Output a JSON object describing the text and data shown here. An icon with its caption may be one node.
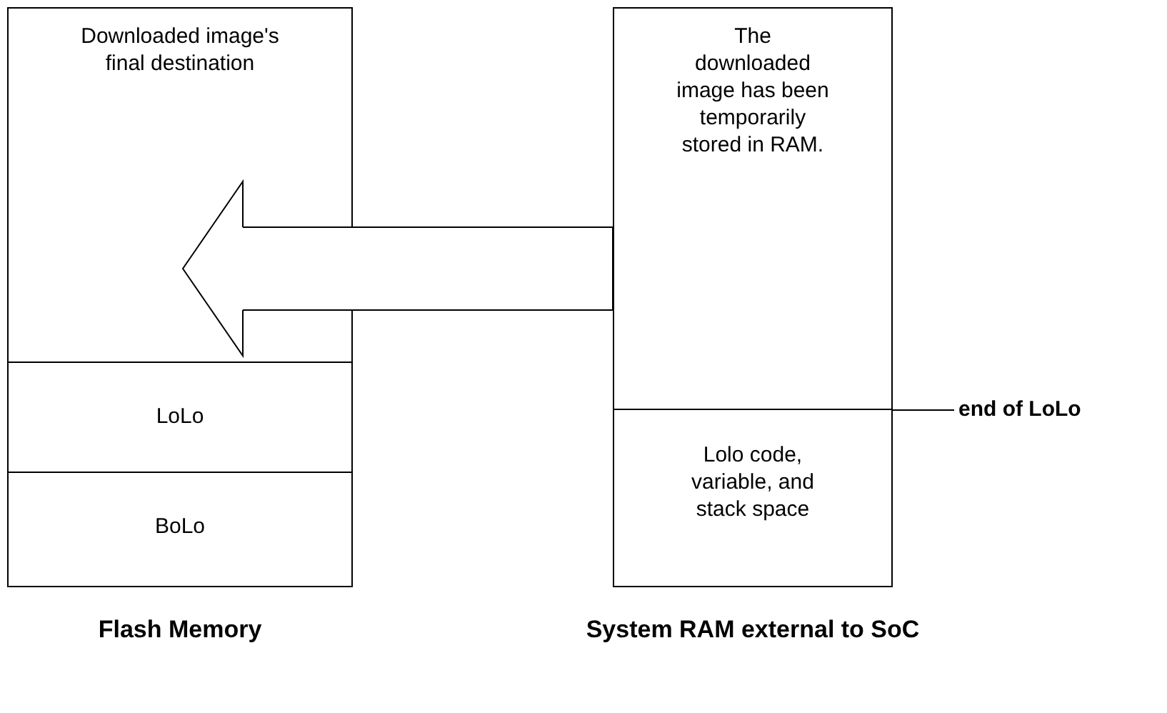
{
  "diagram": {
    "nodes": [
      {
        "text": [
          "Flash Memory"
        ]
      },
      {
        "text": [
          "Downloaded image's final destination"
        ],
        "in": 0
      },
      {
        "text": [
          "LoLo"
        ],
        "in": 0
      },
      {
        "text": [
          "BoLo"
        ],
        "in": 0
      },
      {
        "text": [
          "System RAM external to SoC"
        ]
      },
      {
        "text": [
          "The downloaded image has been temporarily stored in RAM."
        ],
        "in": 4
      },
      {
        "text": [
          "Lolo code, variable, and stack space"
        ],
        "in": 4
      }
    ],
    "edges": [
      {
        "from": 5,
        "to": 1,
        "arrow": "to"
      }
    ],
    "labels": [
      "end of LoLo"
    ]
  }
}
